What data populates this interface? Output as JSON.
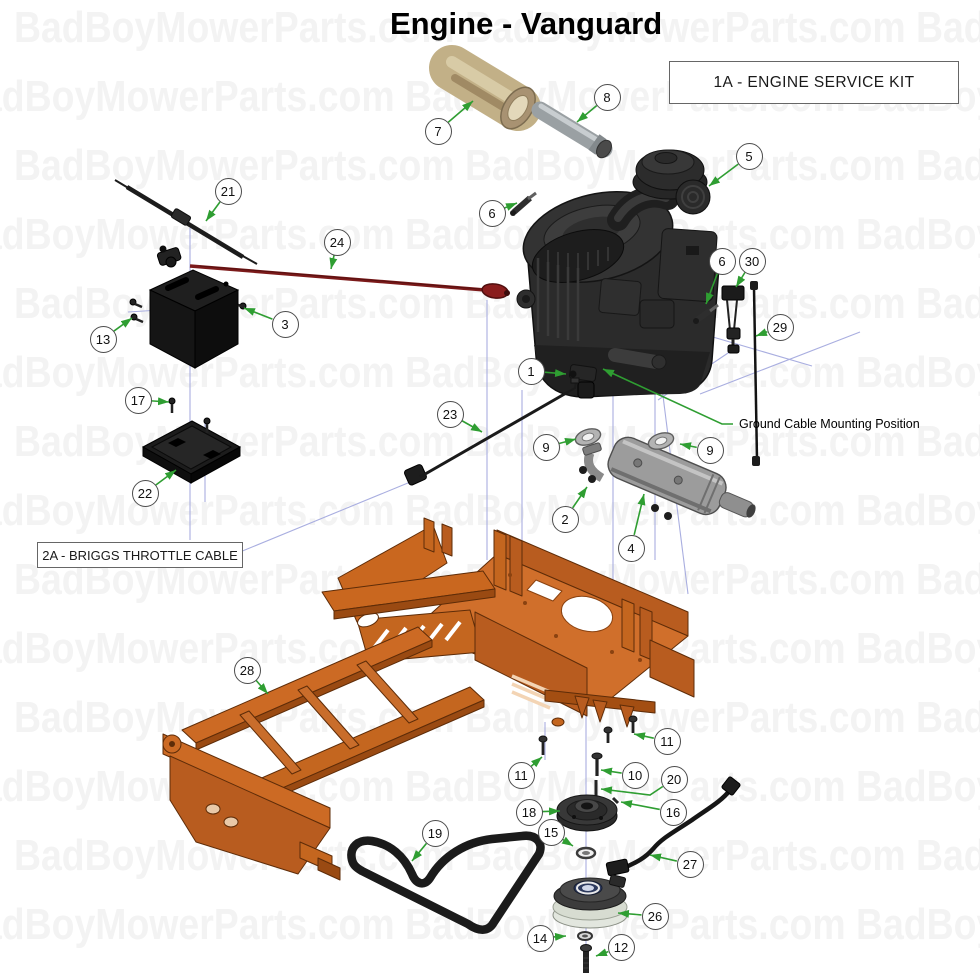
{
  "title": "Engine - Vanguard",
  "watermark": {
    "text": "BadBoyMowerParts.com",
    "rows": 14
  },
  "labels": {
    "service_kit": "1A - ENGINE SERVICE KIT",
    "throttle_cable": "2A - BRIGGS THROTTLE CABLE",
    "ground_cable_note": "Ground Cable Mounting Position"
  },
  "colors": {
    "leader_green": "#2f9e32",
    "frame_orange": "#cf6d29",
    "engine_gray": "#2b2b2b",
    "muffler_gray": "#9c9c9c",
    "battery_black": "#1a1a1a",
    "cable_red": "#7c1a1a",
    "guide_blue": "#a9aee0",
    "watermark_gray": "#f3f3f3",
    "canister_tan": "#c2b087"
  },
  "callouts": [
    {
      "n": "7",
      "c": [
        438,
        131
      ],
      "t": [
        473,
        101
      ]
    },
    {
      "n": "8",
      "c": [
        607,
        97
      ],
      "t": [
        577,
        122
      ]
    },
    {
      "n": "5",
      "c": [
        749,
        156
      ],
      "t": [
        709,
        186
      ]
    },
    {
      "n": "6",
      "c": [
        492,
        213
      ],
      "t": [
        517,
        203
      ]
    },
    {
      "n": "21",
      "c": [
        228,
        191
      ],
      "t": [
        206,
        221
      ]
    },
    {
      "n": "24",
      "c": [
        337,
        242
      ],
      "t": [
        331,
        269
      ]
    },
    {
      "n": "6",
      "c": [
        722,
        261
      ],
      "t": [
        706,
        304
      ]
    },
    {
      "n": "30",
      "c": [
        752,
        261
      ],
      "t": [
        736,
        287
      ]
    },
    {
      "n": "29",
      "c": [
        780,
        327
      ],
      "t": [
        756,
        336
      ]
    },
    {
      "n": "3",
      "c": [
        285,
        324
      ],
      "t": [
        244,
        308
      ]
    },
    {
      "n": "13",
      "c": [
        103,
        339
      ],
      "t": [
        132,
        318
      ]
    },
    {
      "n": "1",
      "c": [
        531,
        371
      ],
      "t": [
        566,
        374
      ]
    },
    {
      "n": "17",
      "c": [
        138,
        400
      ],
      "t": [
        169,
        402
      ]
    },
    {
      "n": "23",
      "c": [
        450,
        414
      ],
      "t": [
        482,
        432
      ]
    },
    {
      "n": "9",
      "c": [
        546,
        447
      ],
      "t": [
        576,
        439
      ]
    },
    {
      "n": "9",
      "c": [
        710,
        450
      ],
      "t": [
        680,
        444
      ]
    },
    {
      "n": "22",
      "c": [
        145,
        493
      ],
      "t": [
        176,
        470
      ]
    },
    {
      "n": "2",
      "c": [
        565,
        519
      ],
      "t": [
        587,
        487
      ]
    },
    {
      "n": "4",
      "c": [
        631,
        548
      ],
      "t": [
        644,
        494
      ]
    },
    {
      "n": "28",
      "c": [
        247,
        670
      ],
      "t": [
        268,
        694
      ]
    },
    {
      "n": "11",
      "c": [
        667,
        741
      ],
      "t": [
        634,
        734
      ]
    },
    {
      "n": "11",
      "c": [
        521,
        775
      ],
      "t": [
        542,
        757
      ]
    },
    {
      "n": "10",
      "c": [
        635,
        775
      ],
      "t": [
        601,
        770
      ]
    },
    {
      "n": "20",
      "c": [
        674,
        779
      ],
      "m": [
        650,
        795
      ],
      "t": [
        601,
        789
      ]
    },
    {
      "n": "18",
      "c": [
        529,
        812
      ],
      "t": [
        560,
        811
      ]
    },
    {
      "n": "16",
      "c": [
        673,
        812
      ],
      "t": [
        621,
        802
      ]
    },
    {
      "n": "15",
      "c": [
        551,
        832
      ],
      "t": [
        573,
        846
      ]
    },
    {
      "n": "19",
      "c": [
        435,
        833
      ],
      "t": [
        412,
        861
      ]
    },
    {
      "n": "27",
      "c": [
        690,
        864
      ],
      "t": [
        650,
        855
      ]
    },
    {
      "n": "26",
      "c": [
        655,
        916
      ],
      "t": [
        618,
        913
      ]
    },
    {
      "n": "14",
      "c": [
        540,
        938
      ],
      "t": [
        566,
        936
      ]
    },
    {
      "n": "12",
      "c": [
        621,
        947
      ],
      "t": [
        596,
        956
      ]
    }
  ]
}
